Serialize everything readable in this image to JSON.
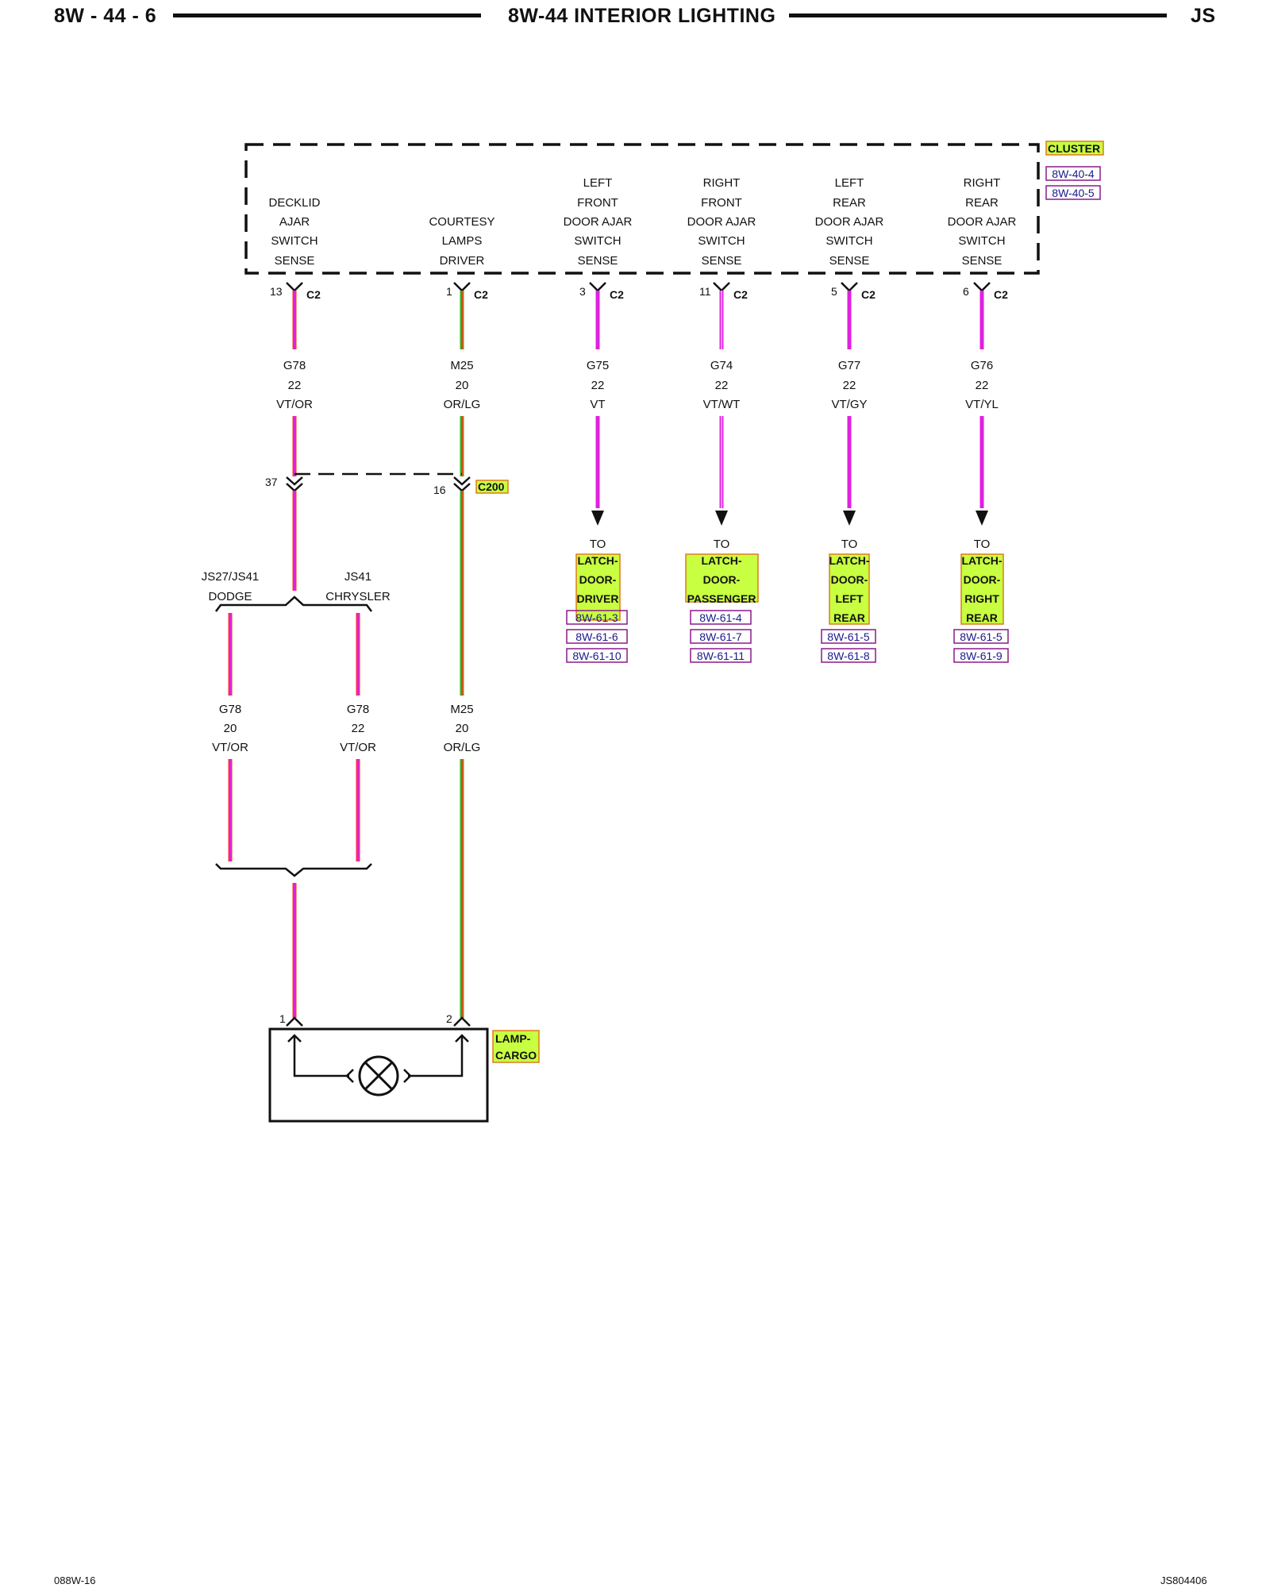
{
  "header": {
    "left": "8W - 44 - 6",
    "center": "8W-44 INTERIOR LIGHTING",
    "right": "JS"
  },
  "footer": {
    "left": "088W-16",
    "right": "JS804406"
  },
  "cluster": {
    "name": "CLUSTER",
    "refs": [
      "8W-40-4",
      "8W-40-5"
    ],
    "connector": "C2",
    "functions": [
      {
        "lines": [
          "DECKLID",
          "AJAR",
          "SWITCH",
          "SENSE"
        ],
        "pin": "13"
      },
      {
        "lines": [
          "COURTESY",
          "LAMPS",
          "DRIVER"
        ],
        "pin": "1"
      },
      {
        "lines": [
          "LEFT",
          "FRONT",
          "DOOR AJAR",
          "SWITCH",
          "SENSE"
        ],
        "pin": "3"
      },
      {
        "lines": [
          "RIGHT",
          "FRONT",
          "DOOR AJAR",
          "SWITCH",
          "SENSE"
        ],
        "pin": "11"
      },
      {
        "lines": [
          "LEFT",
          "REAR",
          "DOOR AJAR",
          "SWITCH",
          "SENSE"
        ],
        "pin": "5"
      },
      {
        "lines": [
          "RIGHT",
          "REAR",
          "DOOR AJAR",
          "SWITCH",
          "SENSE"
        ],
        "pin": "6"
      }
    ]
  },
  "wires_upper": [
    {
      "circuit": "G78",
      "gauge": "22",
      "color": "VT/OR"
    },
    {
      "circuit": "M25",
      "gauge": "20",
      "color": "OR/LG"
    },
    {
      "circuit": "G75",
      "gauge": "22",
      "color": "VT"
    },
    {
      "circuit": "G74",
      "gauge": "22",
      "color": "VT/WT"
    },
    {
      "circuit": "G77",
      "gauge": "22",
      "color": "VT/GY"
    },
    {
      "circuit": "G76",
      "gauge": "22",
      "color": "VT/YL"
    }
  ],
  "c200": {
    "name": "C200",
    "pin_left": "37",
    "pin_right": "16"
  },
  "destinations": [
    {
      "to": "TO",
      "lines": [
        "LATCH-",
        "DOOR-",
        "DRIVER"
      ],
      "refs": [
        "8W-61-3",
        "8W-61-6",
        "8W-61-10"
      ]
    },
    {
      "to": "TO",
      "lines": [
        "LATCH-",
        "DOOR-",
        "PASSENGER"
      ],
      "refs": [
        "8W-61-4",
        "8W-61-7",
        "8W-61-11"
      ]
    },
    {
      "to": "TO",
      "lines": [
        "LATCH-",
        "DOOR-",
        "LEFT",
        "REAR"
      ],
      "refs": [
        "8W-61-5",
        "8W-61-8"
      ]
    },
    {
      "to": "TO",
      "lines": [
        "LATCH-",
        "DOOR-",
        "RIGHT",
        "REAR"
      ],
      "refs": [
        "8W-61-5",
        "8W-61-9"
      ]
    }
  ],
  "splice": {
    "left": {
      "line1": "JS27/JS41",
      "line2": "DODGE"
    },
    "right": {
      "line1": "JS41",
      "line2": "CHRYSLER"
    }
  },
  "wires_lower": [
    {
      "circuit": "G78",
      "gauge": "20",
      "color": "VT/OR"
    },
    {
      "circuit": "G78",
      "gauge": "22",
      "color": "VT/OR"
    },
    {
      "circuit": "M25",
      "gauge": "20",
      "color": "OR/LG"
    }
  ],
  "lamp": {
    "lines": [
      "LAMP-",
      "CARGO"
    ],
    "pin_left": "1",
    "pin_right": "2"
  },
  "colors": {
    "violet": "#e020e0",
    "violet_orange_tracer": "#ff2a78",
    "orange": "#ff3a1a",
    "light_green": "#3ab020",
    "highlight_fill": "#c8ff40",
    "highlight_border": "#e07a1a",
    "ref_border": "#8a1a8a"
  }
}
